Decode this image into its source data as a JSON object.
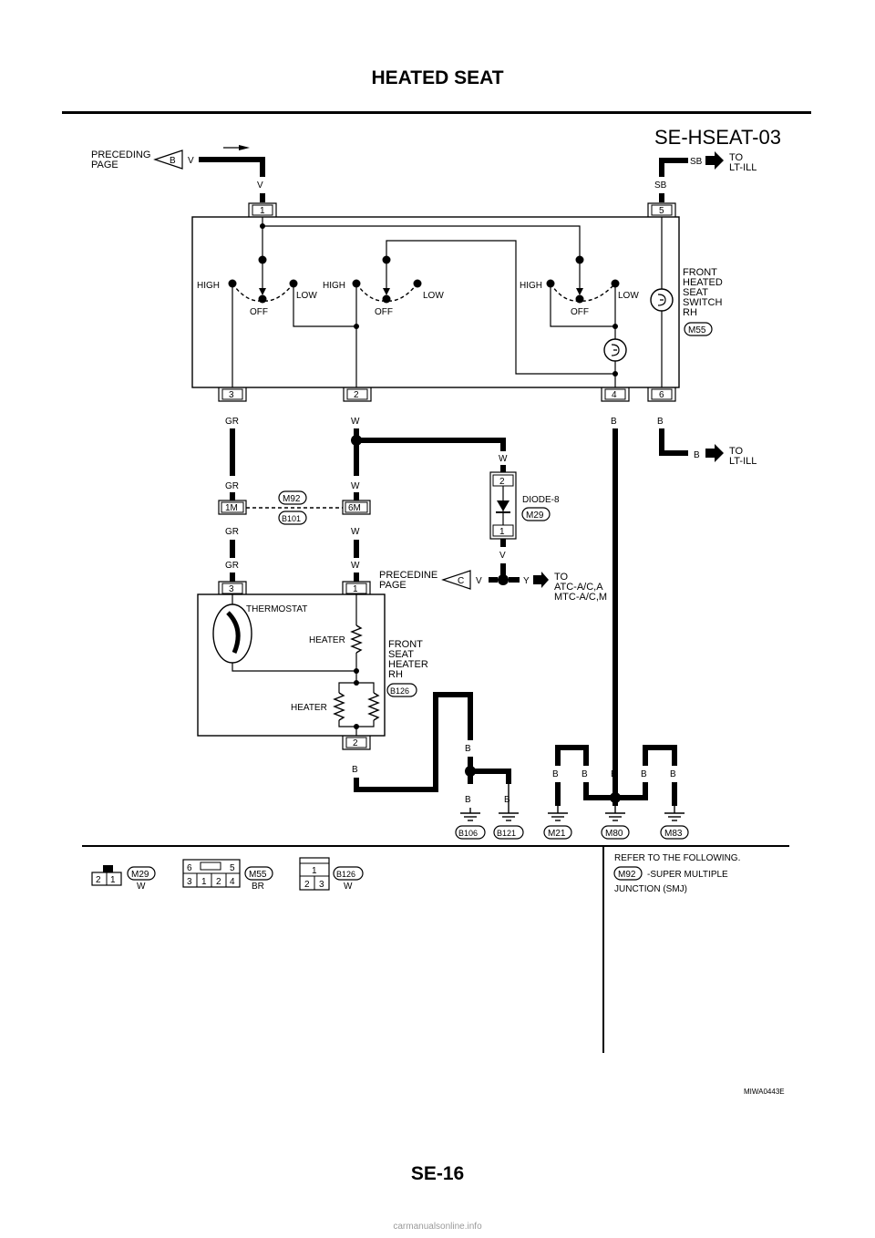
{
  "page": {
    "title": "HEATED SEAT",
    "page_number": "SE-16",
    "footer_watermark": "carmanualsonline.info"
  },
  "diagram": {
    "code": "SE-HSEAT-03",
    "figure_id": "MIWA0443E",
    "preceding_page": "PRECEDING\nPAGE",
    "preceding_page_2": "PRECEDINE\nPAGE",
    "to_lt_ill": "TO\nLT-ILL",
    "to_atc": "TO\nATC-A/C,A\nMTC-A/C,M",
    "connector_b": "B",
    "connector_c": "C",
    "wire_v": "V",
    "wire_sb": "SB",
    "wire_gr": "GR",
    "wire_w": "W",
    "wire_b": "B",
    "wire_y": "Y",
    "switch_name": "FRONT\nHEATED\nSEAT\nSWITCH\nRH",
    "switch_conn": "M55",
    "heater_name": "FRONT\nSEAT\nHEATER\nRH",
    "heater_conn": "B126",
    "diode_name": "DIODE-8",
    "diode_conn": "M29",
    "smj_top": "M92",
    "smj_bottom": "B101",
    "smj_pin_left": "1M",
    "smj_pin_right": "6M",
    "thermostat": "THERMOSTAT",
    "heater": "HEATER",
    "high": "HIGH",
    "low": "LOW",
    "off": "OFF",
    "pins": {
      "p1": "1",
      "p2": "2",
      "p3": "3",
      "p4": "4",
      "p5": "5",
      "p6": "6"
    },
    "grounds": [
      "B106",
      "B121",
      "M21",
      "M80",
      "M83"
    ],
    "connectors_legend": [
      {
        "id": "M29",
        "color": "W",
        "pins": [
          "2",
          "1"
        ]
      },
      {
        "id": "M55",
        "color": "BR",
        "pins_top": [
          "6",
          "5"
        ],
        "pins_bottom": [
          "3",
          "1",
          "2",
          "4"
        ]
      },
      {
        "id": "B126",
        "color": "W",
        "pins_top": [
          "1"
        ],
        "pins_bottom": [
          "2",
          "3"
        ]
      }
    ],
    "refer_note": "REFER TO THE FOLLOWING.",
    "smj_ref_id": "M92",
    "smj_ref_text": "-SUPER MULTIPLE",
    "smj_ref_text2": "JUNCTION (SMJ)"
  },
  "colors": {
    "ink": "#000000",
    "watermark": "#9a9a9a"
  }
}
